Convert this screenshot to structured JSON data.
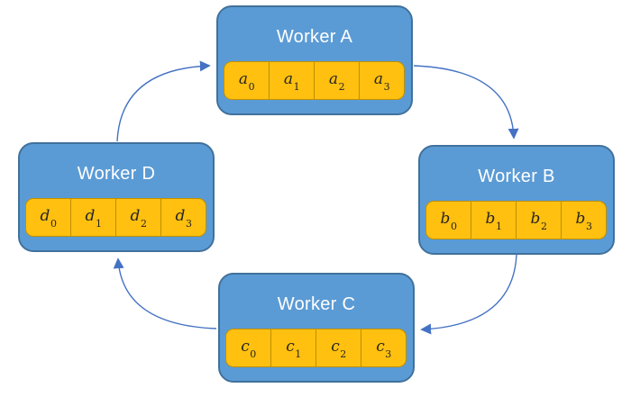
{
  "workers": [
    {
      "title": "Worker A",
      "cells": [
        {
          "base": "a",
          "sub": "0"
        },
        {
          "base": "a",
          "sub": "1"
        },
        {
          "base": "a",
          "sub": "2"
        },
        {
          "base": "a",
          "sub": "3"
        }
      ]
    },
    {
      "title": "Worker B",
      "cells": [
        {
          "base": "b",
          "sub": "0"
        },
        {
          "base": "b",
          "sub": "1"
        },
        {
          "base": "b",
          "sub": "2"
        },
        {
          "base": "b",
          "sub": "3"
        }
      ]
    },
    {
      "title": "Worker C",
      "cells": [
        {
          "base": "c",
          "sub": "0"
        },
        {
          "base": "c",
          "sub": "1"
        },
        {
          "base": "c",
          "sub": "2"
        },
        {
          "base": "c",
          "sub": "3"
        }
      ]
    },
    {
      "title": "Worker D",
      "cells": [
        {
          "base": "d",
          "sub": "0"
        },
        {
          "base": "d",
          "sub": "1"
        },
        {
          "base": "d",
          "sub": "2"
        },
        {
          "base": "d",
          "sub": "3"
        }
      ]
    }
  ],
  "arrows": [
    {
      "from": "Worker A",
      "to": "Worker B"
    },
    {
      "from": "Worker B",
      "to": "Worker C"
    },
    {
      "from": "Worker C",
      "to": "Worker D"
    },
    {
      "from": "Worker D",
      "to": "Worker A"
    }
  ],
  "colors": {
    "box_fill": "#5B9BD5",
    "box_border": "#41719C",
    "strip_fill": "#FFC010",
    "strip_border": "#BF9000",
    "cell_divider": "#BF9000",
    "title_text": "#FFFFFF",
    "cell_text": "#262421",
    "arrow": "#4472C4",
    "background": "#FFFFFF"
  }
}
